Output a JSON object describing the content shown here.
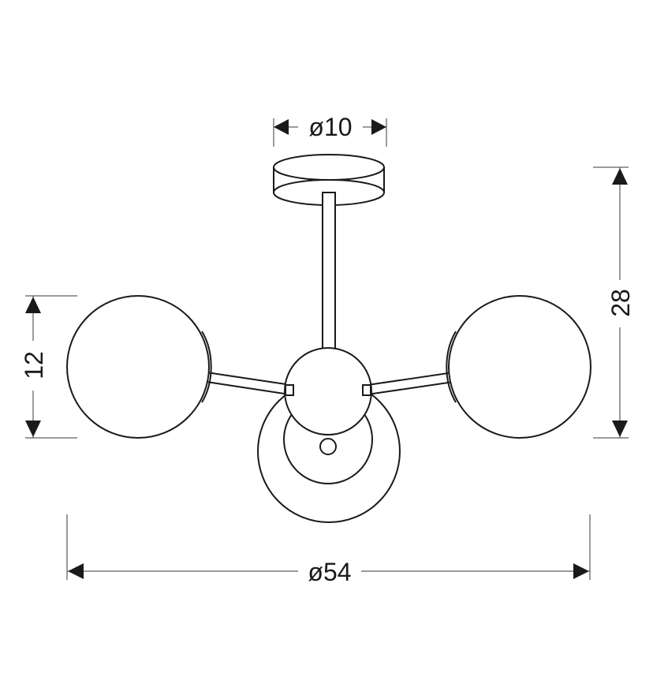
{
  "dimensions": {
    "canopy_diameter": "ø10",
    "overall_diameter": "ø54",
    "total_height": "28",
    "globe_height": "12"
  }
}
